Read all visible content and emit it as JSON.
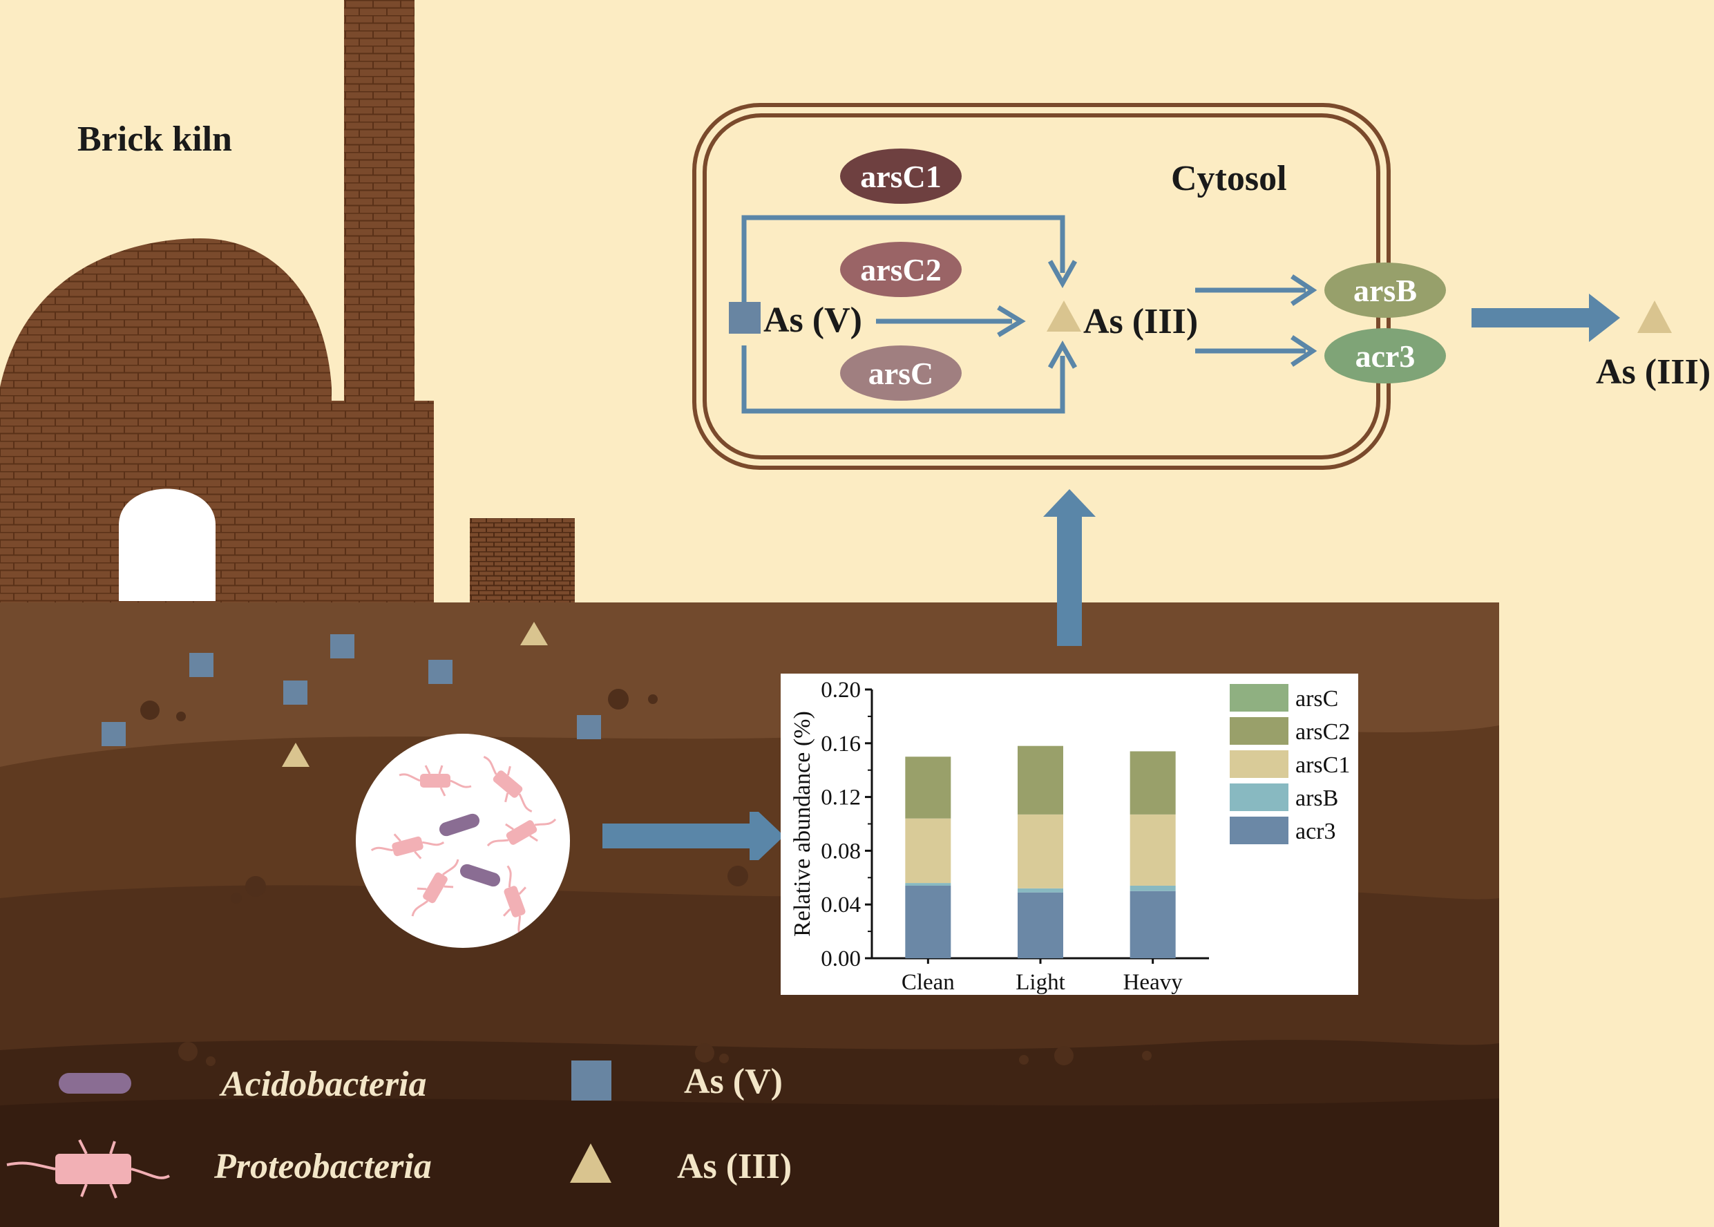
{
  "labels": {
    "brick_kiln": "Brick kiln",
    "cytosol": "Cytosol",
    "as_v": "As (V)",
    "as_iii": "As (III)",
    "as_iii_out": "As (III)"
  },
  "genes": {
    "arsC1": "arsC1",
    "arsC2": "arsC2",
    "arsC": "arsC",
    "arsB": "arsB",
    "acr3": "acr3"
  },
  "legend": {
    "acidobacteria": "Acidobacteria",
    "proteobacteria": "Proteobacteria",
    "as_v": "As (V)",
    "as_iii": "As (III)"
  },
  "colors": {
    "background": "#fcecc3",
    "brick": "#7a4a2c",
    "cell_border": "#7a4a2c",
    "arrow": "#5a86a8",
    "as_v_square": "#6885a2",
    "as_iii_triangle": "#d9c48f",
    "arsC1_pill": "#6e4040",
    "arsC2_pill": "#9a6466",
    "arsC_pill": "#a07f80",
    "arsB_pill": "#97a06b",
    "acr3_pill": "#7fa477",
    "acidobacteria": "#8a6d93",
    "proteobacteria": "#f2b0b5"
  },
  "chart_data": {
    "type": "bar",
    "stacked": true,
    "categories": [
      "Clean",
      "Light",
      "Heavy"
    ],
    "series": [
      {
        "name": "acr3",
        "color": "#6b88a6",
        "values": [
          0.054,
          0.049,
          0.05
        ]
      },
      {
        "name": "arsB",
        "color": "#88b9c1",
        "values": [
          0.002,
          0.003,
          0.004
        ]
      },
      {
        "name": "arsC1",
        "color": "#d9cb98",
        "values": [
          0.048,
          0.055,
          0.053
        ]
      },
      {
        "name": "arsC2",
        "color": "#99a06a",
        "values": [
          0.046,
          0.051,
          0.047
        ]
      },
      {
        "name": "arsC",
        "color": "#8fb081",
        "values": [
          0.0,
          0.0,
          0.0
        ]
      }
    ],
    "legend_order": [
      "arsC",
      "arsC2",
      "arsC1",
      "arsB",
      "acr3"
    ],
    "ylabel": "Relative abundance (%)",
    "ylim": [
      0,
      0.2
    ],
    "yticks": [
      "0.00",
      "0.04",
      "0.08",
      "0.12",
      "0.16",
      "0.20"
    ],
    "ytick_values": [
      0,
      0.04,
      0.08,
      0.12,
      0.16,
      0.2
    ]
  }
}
